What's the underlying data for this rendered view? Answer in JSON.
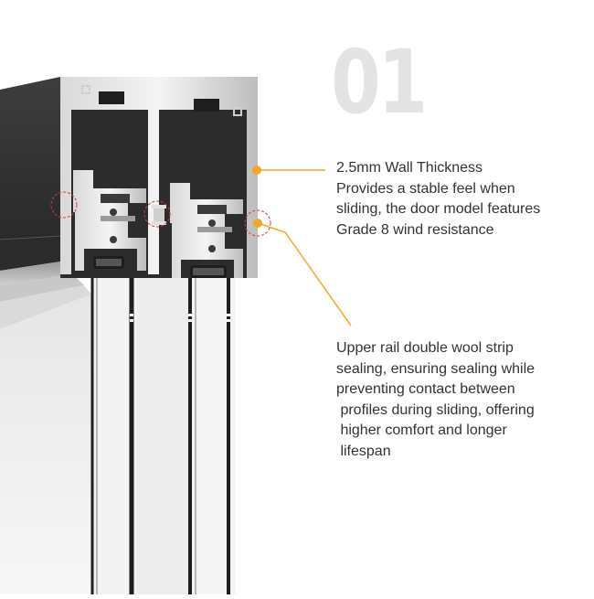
{
  "section_number": "01",
  "callouts": [
    {
      "text": "2.5mm Wall Thickness\nProvides a stable feel when\nsliding, the door model features\nGrade 8 wind resistance"
    },
    {
      "text": "Upper rail double wool strip\nsealing, ensuring sealing while\npreventing contact between\n profiles during sliding, offering\n higher comfort and longer\n lifespan"
    }
  ],
  "colors": {
    "accent": "#f5a623",
    "profile_dark": "#3a3a3a",
    "number_gray": "#e3e3e3",
    "text": "#333333",
    "highlight_circle": "#d33a3a"
  }
}
